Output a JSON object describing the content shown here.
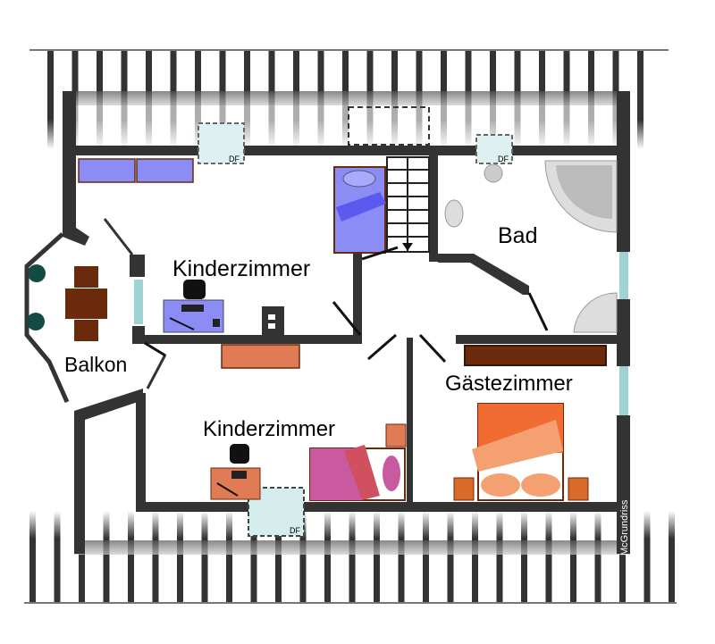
{
  "rooms": {
    "kinderzimmer_1": "Kinderzimmer",
    "bad": "Bad",
    "balkon": "Balkon",
    "gaestezimmer": "Gästezimmer",
    "kinderzimmer_2": "Kinderzimmer"
  },
  "skylight_label": "DF",
  "watermark": "McGrundriss",
  "colors": {
    "wall": "#333333",
    "blue_furniture": "#8c8cf5",
    "orange_furniture": "#e07b55",
    "brown_furniture": "#6b2a0c",
    "window": "#9fd3d3",
    "magenta_bed": "#c95aa0",
    "orange_bed": "#f26b33"
  }
}
